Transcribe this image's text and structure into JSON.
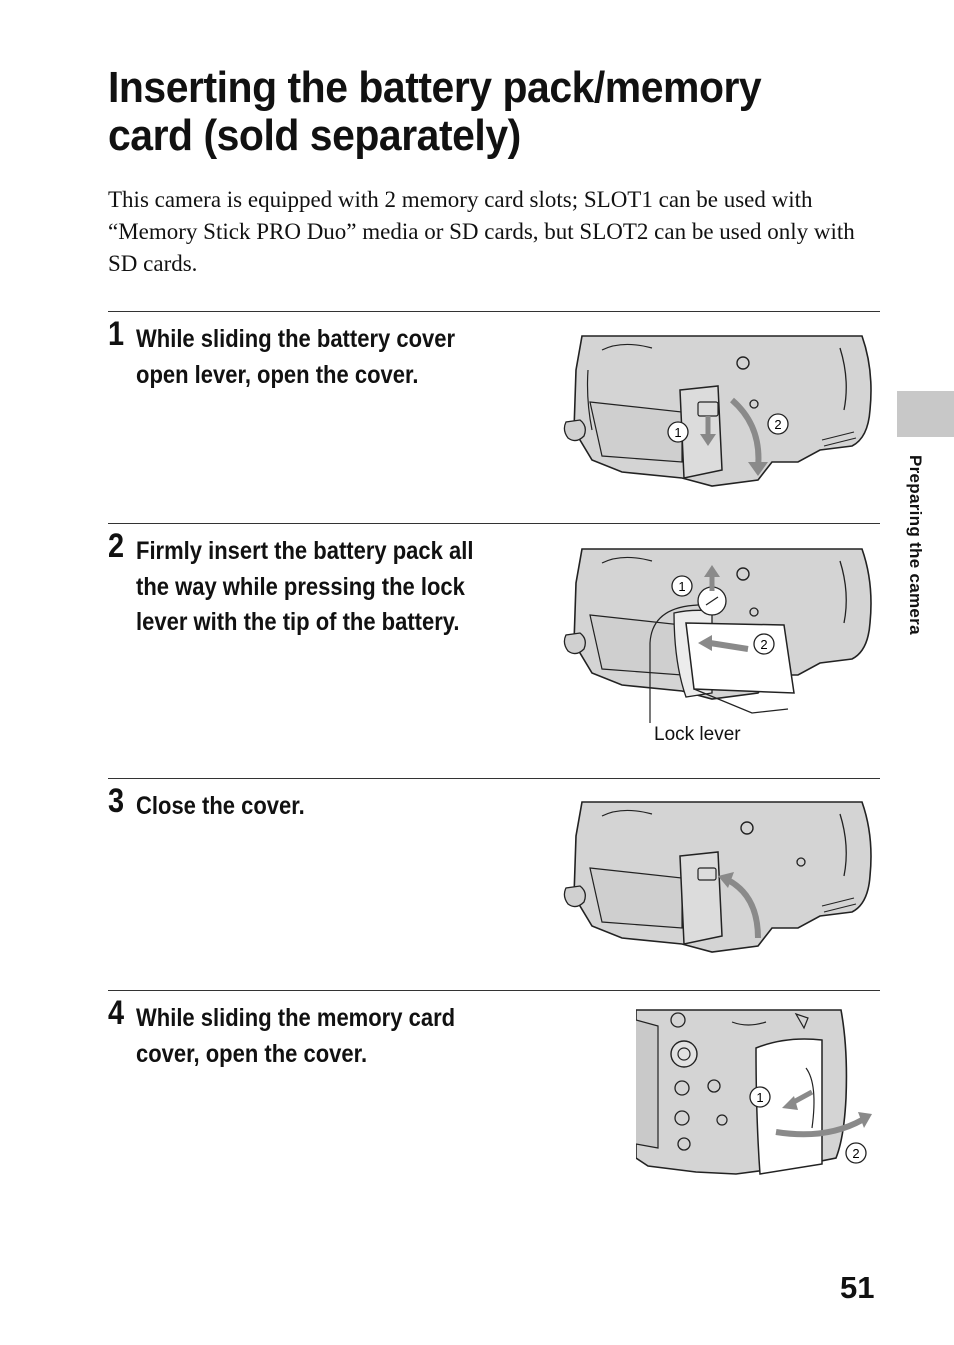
{
  "title": "Inserting the battery pack/memory\ncard (sold separately)",
  "intro": "This camera is equipped with 2 memory card slots; SLOT1 can be used with “Memory Stick PRO Duo” media or SD cards, but SLOT2 can be used only with SD cards.",
  "steps": [
    {
      "number": "1",
      "text": "While sliding the battery cover\nopen lever, open the cover."
    },
    {
      "number": "2",
      "text": "Firmly insert the battery pack all\nthe way while pressing the lock\nlever with the tip of the battery."
    },
    {
      "number": "3",
      "text": "Close the cover."
    },
    {
      "number": "4",
      "text": "While sliding the memory card\ncover, open the cover."
    }
  ],
  "callout": "Lock lever",
  "side_section": "Preparing the camera",
  "page_number": "51",
  "colors": {
    "camera_body": "#d4d4d4",
    "outline": "#222222",
    "arrow": "#8a8a8a",
    "tab": "#c8c8c8"
  }
}
